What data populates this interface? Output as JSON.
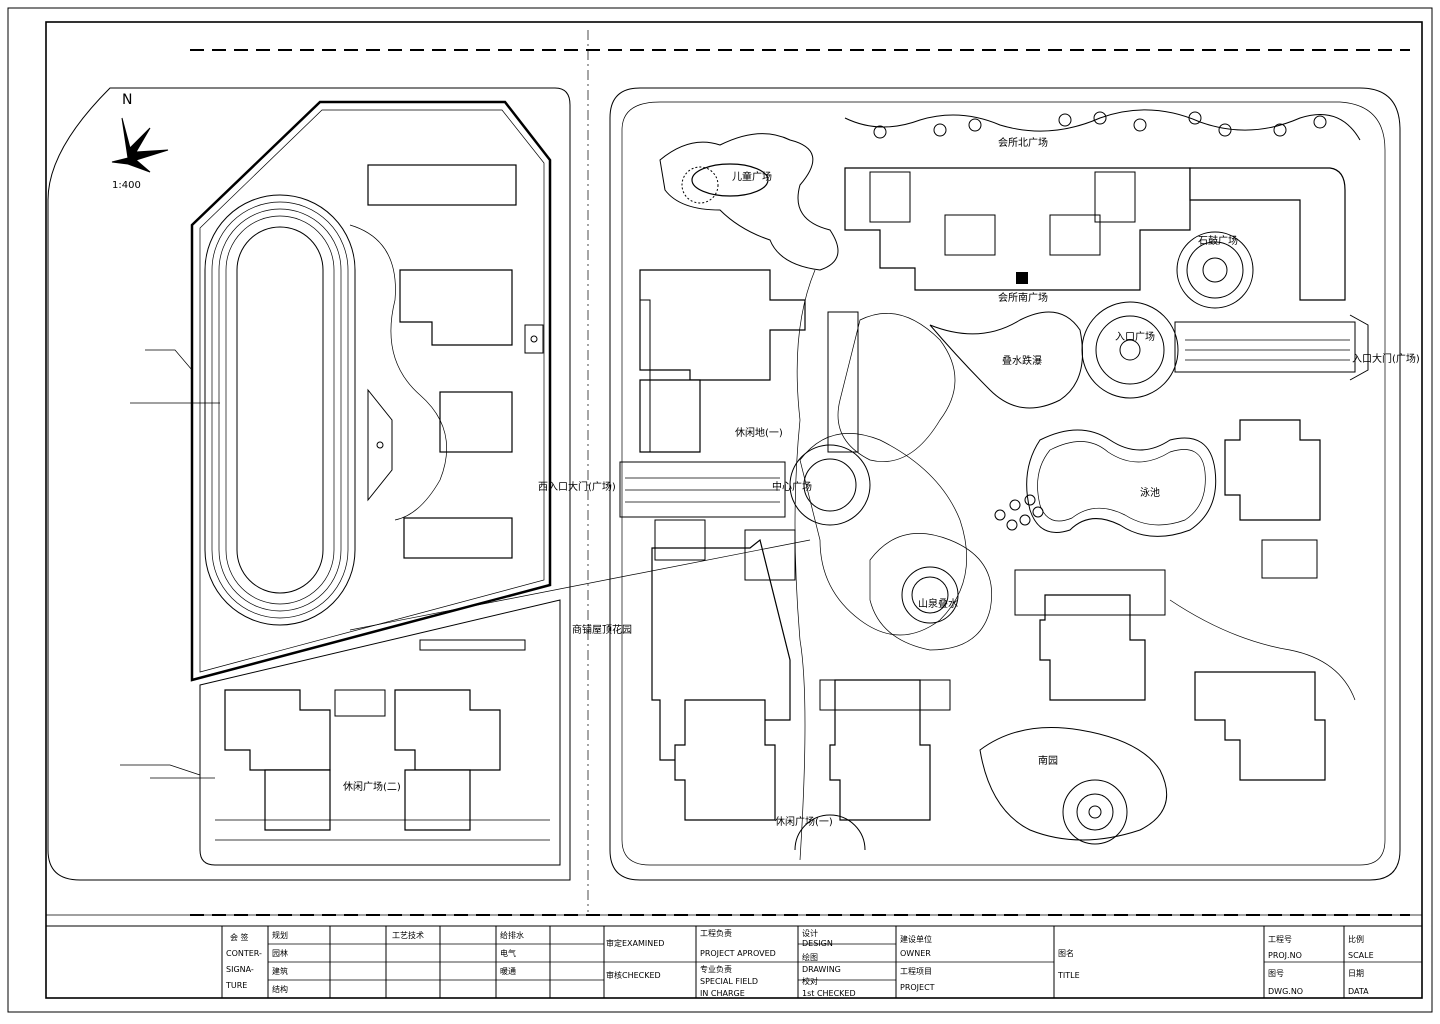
{
  "north_label": "N",
  "scale_label": "1:400",
  "labels": {
    "children_plaza": "儿童广场",
    "club_north_plaza": "会所北广场",
    "club_south_plaza": "会所南广场",
    "stone_plaza": "石鼓广场",
    "main_plaza": "入口广场",
    "fountain": "叠水跌瀑",
    "east_entrance": "入口大门(广场)",
    "west_entrance": "西入口大门(广场)",
    "leisure_plaza_one_top": "休闲地(一)",
    "central_plaza": "中心广场",
    "pool": "泳池",
    "shop_roof_garden": "商铺屋顶花园",
    "hill_water": "山泉叠水",
    "leisure_plaza_two": "休闲广场(二)",
    "leisure_plaza_one": "休闲广场(一)",
    "south_garden": "南园"
  },
  "title_block": {
    "sign_col": "会 签",
    "contersignature": "CONTER-\nSIGNA-\nTURE",
    "rows": [
      [
        "规划",
        "",
        "工艺技术",
        "",
        "给排水"
      ],
      [
        "园林",
        "",
        "",
        "",
        "电气"
      ],
      [
        "建筑",
        "",
        "",
        "",
        "暖通"
      ],
      [
        "结构",
        "",
        "",
        "",
        ""
      ]
    ],
    "examined": "审定EXAMINED",
    "checked": "审核CHECKED",
    "project_approved_cn": "工程负责",
    "project_approved_en": "PROJECT APROVED",
    "special_field_cn": "专业负责",
    "special_field_en": "SPECIAL FIELD",
    "in_charge": "IN CHARGE",
    "design_cn": "设计",
    "design_en": "DESIGN",
    "drawing_cn": "绘图",
    "drawing_en": "DRAWING",
    "checked1_cn": "校对",
    "checked1_en": "1st CHECKED",
    "owner_cn": "建设单位",
    "owner_en": "OWNER",
    "project_cn": "工程项目",
    "project_en": "PROJECT",
    "title_cn": "图名",
    "title_en": "TITLE",
    "proj_no_cn": "工程号",
    "proj_no_en": "PROJ.NO",
    "dwg_no_cn": "图号",
    "dwg_no_en": "DWG.NO",
    "scale_cn": "比例",
    "scale_en": "SCALE",
    "date_cn": "日期",
    "date_en": "DATA"
  }
}
